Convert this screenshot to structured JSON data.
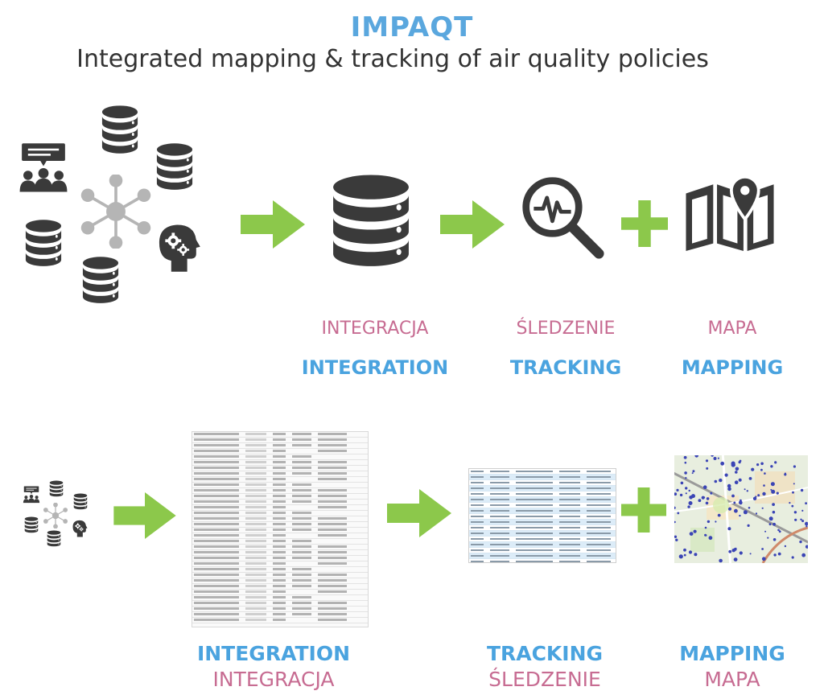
{
  "header": {
    "title": "IMPAQT",
    "subtitle": "Integrated mapping & tracking of air quality policies"
  },
  "top_row": {
    "labels": [
      {
        "pl": "INTEGRACJA",
        "en": "INTEGRATION"
      },
      {
        "pl": "ŚLEDZENIE",
        "en": "TRACKING"
      },
      {
        "pl": "MAPA",
        "en": "MAPPING"
      }
    ]
  },
  "bottom_row": {
    "labels": [
      {
        "en": "INTEGRATION",
        "pl": "INTEGRACJA"
      },
      {
        "en": "TRACKING",
        "pl": "ŚLEDZENIE"
      },
      {
        "en": "MAPPING",
        "pl": "MAPA"
      }
    ]
  },
  "colors": {
    "title_blue": "#5aa7de",
    "label_blue": "#4aa3df",
    "label_pink": "#c76c92",
    "arrow_green": "#8cc84b",
    "icon_dark": "#3a3a3a",
    "network_gray": "#b5b5b5"
  },
  "icons": [
    "database-icon",
    "chat-group-icon",
    "network-hub-icon",
    "head-gears-icon",
    "magnifier-pulse-icon",
    "plus-icon",
    "map-pin-icon",
    "arrow-right-icon"
  ]
}
